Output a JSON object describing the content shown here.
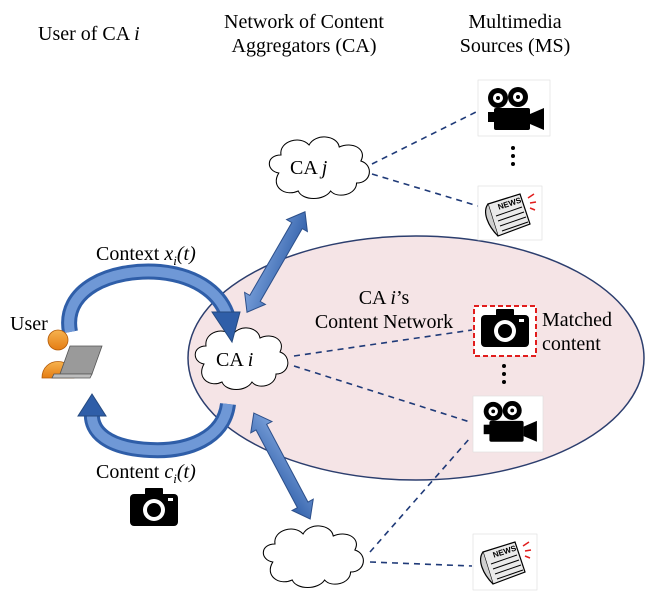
{
  "header": {
    "user_col": "User of CA",
    "user_col_var": "i",
    "network_line1": "Network of Content",
    "network_line2": "Aggregators (CA)",
    "sources_line1": "Multimedia",
    "sources_line2": "Sources (MS)"
  },
  "nodes": {
    "ca_j_label": "CA",
    "ca_j_var": "j",
    "ca_i_label": "CA",
    "ca_i_var": "i",
    "user_label": "User"
  },
  "content_network": {
    "line1_prefix": "CA ",
    "line1_var": "i",
    "line1_suffix": "’s",
    "line2": "Content Network"
  },
  "matched": {
    "line1": "Matched",
    "line2": "content"
  },
  "context": {
    "label": "Context ",
    "math": "x",
    "sub": "i",
    "arg": "(t)"
  },
  "content": {
    "label": "Content ",
    "math": "c",
    "sub": "i",
    "arg": "(t)"
  },
  "icons": [
    "video-camera-icon",
    "news-icon",
    "camera-icon",
    "user-laptop-icon"
  ],
  "colors": {
    "ellipse_fill": "#f5e4e6",
    "arrow_blue": "#4a79c0",
    "matched_border": "#e11d1d"
  }
}
